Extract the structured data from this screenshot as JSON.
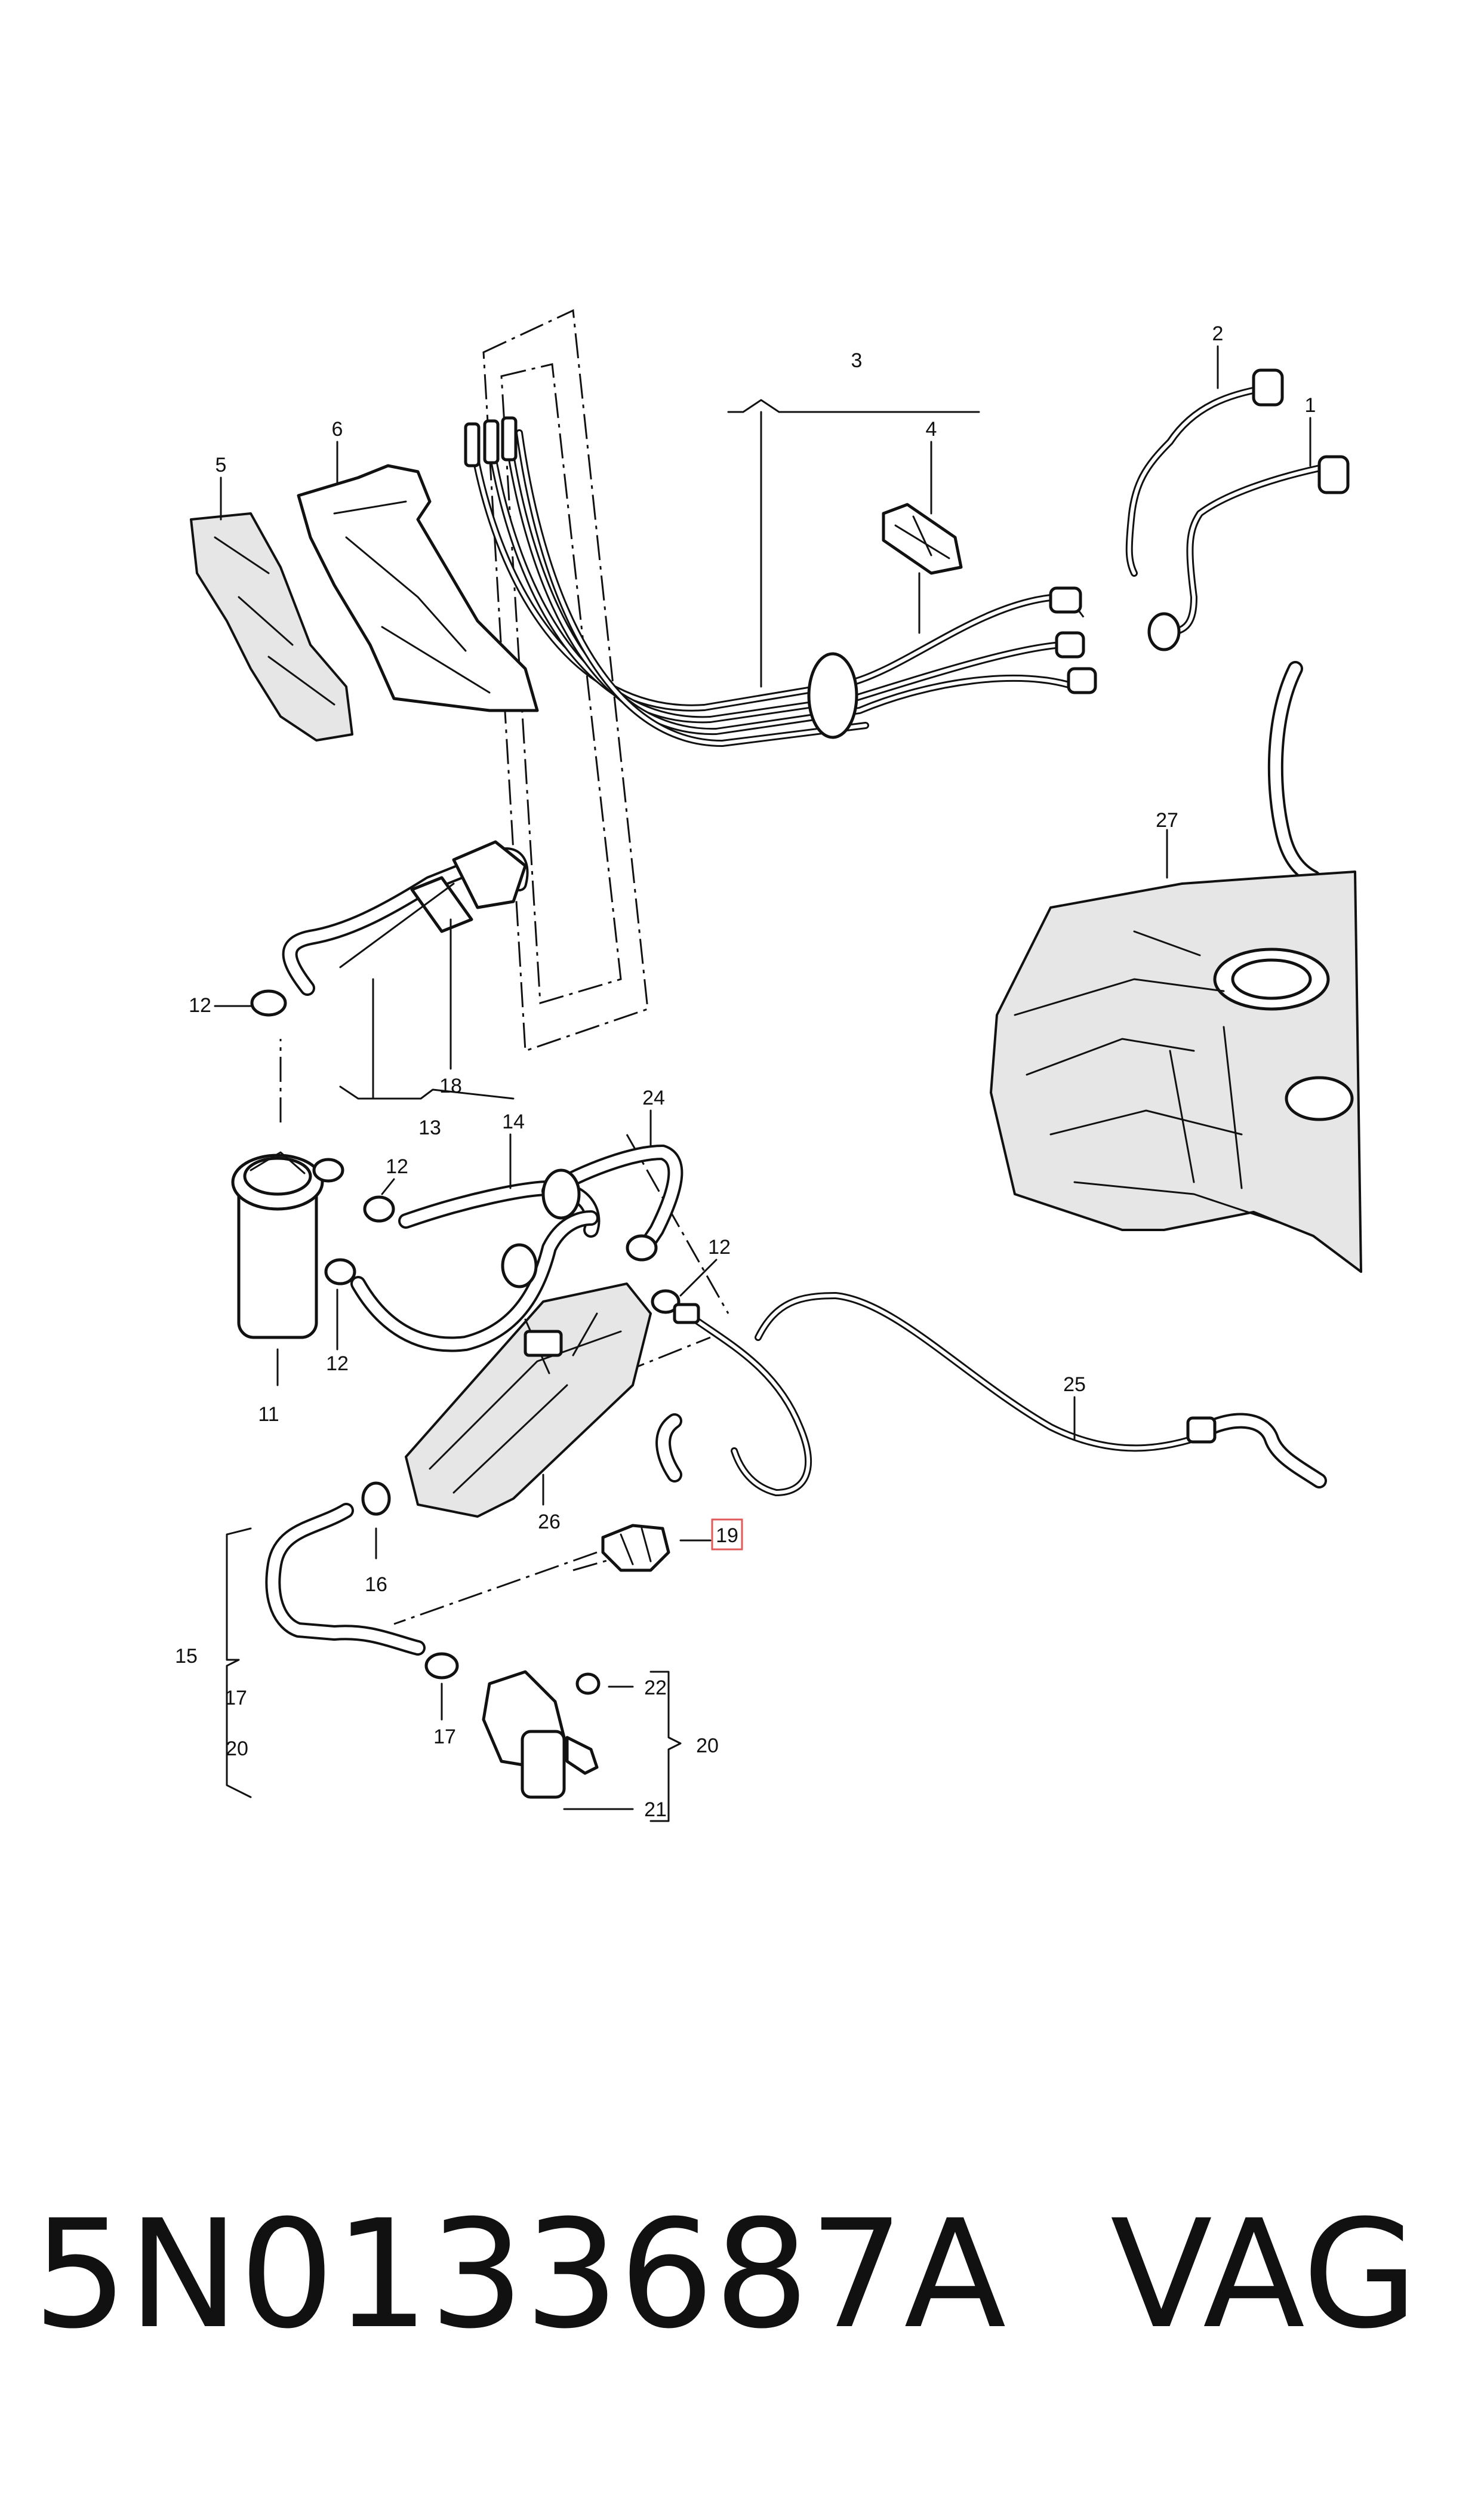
{
  "diagram": {
    "callouts": {
      "c1": "1",
      "c2": "2",
      "c3": "3",
      "c4": "4",
      "c5": "5",
      "c6": "6",
      "c11": "11",
      "c12a": "12",
      "c12b": "12",
      "c12c": "12",
      "c12d": "12",
      "c13": "13",
      "c14": "14",
      "c15": "15",
      "c16": "16",
      "c17a": "17",
      "c17b": "17",
      "c18": "18",
      "c19": "19",
      "c20a": "20",
      "c20b": "20",
      "c21": "21",
      "c22": "22",
      "c24": "24",
      "c25": "25",
      "c26": "26",
      "c27": "27"
    },
    "highlight_color": "#e05a5a"
  },
  "footer": {
    "part_number": "5N0133687A",
    "brand": "VAG"
  }
}
